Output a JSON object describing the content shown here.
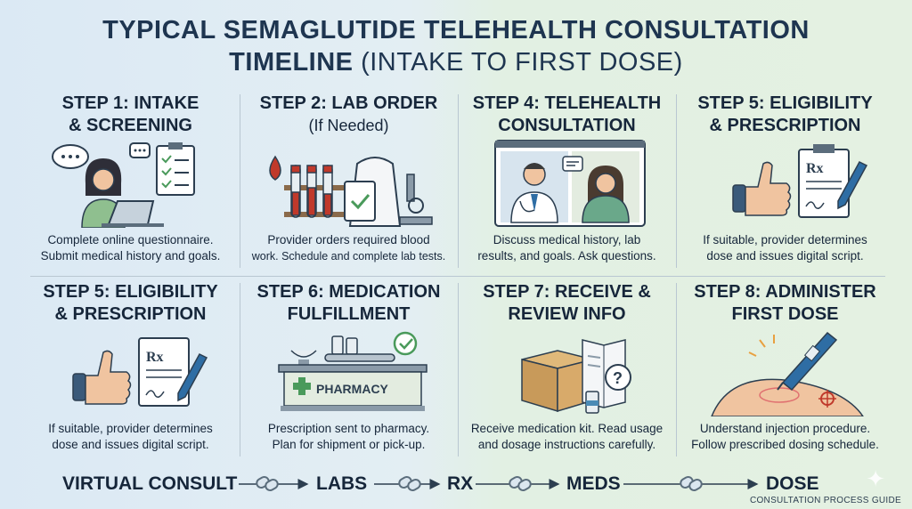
{
  "title": {
    "main": "TYPICAL SEMAGLUTIDE TELEHEALTH CONSULTATION",
    "line2_bold": "TIMELINE",
    "line2_sub": "(INTAKE TO FIRST DOSE)"
  },
  "steps": [
    {
      "h1": "STEP 1: INTAKE",
      "h2": "& SCREENING",
      "d1": "Complete online questionnaire.",
      "d2": "Submit medical history and goals."
    },
    {
      "h1": "STEP 2: LAB ORDER",
      "h2": "(If Needed)",
      "d1": "Provider orders required blood",
      "d2": "work. Schedule and complete lab tests."
    },
    {
      "h1": "STEP 4: TELEHEALTH",
      "h2": "CONSULTATION",
      "d1": "Discuss medical history, lab",
      "d2": "results, and goals. Ask questions."
    },
    {
      "h1": "STEP 5: ELIGIBILITY",
      "h2": "& PRESCRIPTION",
      "d1": "If suitable, provider determines",
      "d2": "dose and issues digital script."
    },
    {
      "h1": "STEP 5: ELIGIBILITY",
      "h2": "& PRESCRIPTION",
      "d1": "If suitable, provider determines",
      "d2": "dose and issues digital script."
    },
    {
      "h1": "STEP 6: MEDICATION",
      "h2": "FULFILLMENT",
      "d1": "Prescription sent to pharmacy.",
      "d2": "Plan for shipment or pick-up."
    },
    {
      "h1": "STEP 7: RECEIVE &",
      "h2": "REVIEW INFO",
      "d1": "Receive medication kit. Read usage",
      "d2": "and dosage instructions carefully."
    },
    {
      "h1": "STEP 8: ADMINISTER",
      "h2": "FIRST DOSE",
      "d1": "Understand injection procedure.",
      "d2": "Follow prescribed dosing schedule."
    }
  ],
  "art_text": {
    "pharmacy_sign": "PHARMACY",
    "rx": "Rx"
  },
  "flow": [
    "VIRTUAL CONSULT",
    "LABS",
    "RX",
    "MEDS",
    "DOSE"
  ],
  "footer": "CONSULTATION PROCESS GUIDE",
  "colors": {
    "heading": "#16263a",
    "accent_red": "#c0392b",
    "accent_green": "#4a9a5b",
    "skin": "#f0c4a0"
  }
}
